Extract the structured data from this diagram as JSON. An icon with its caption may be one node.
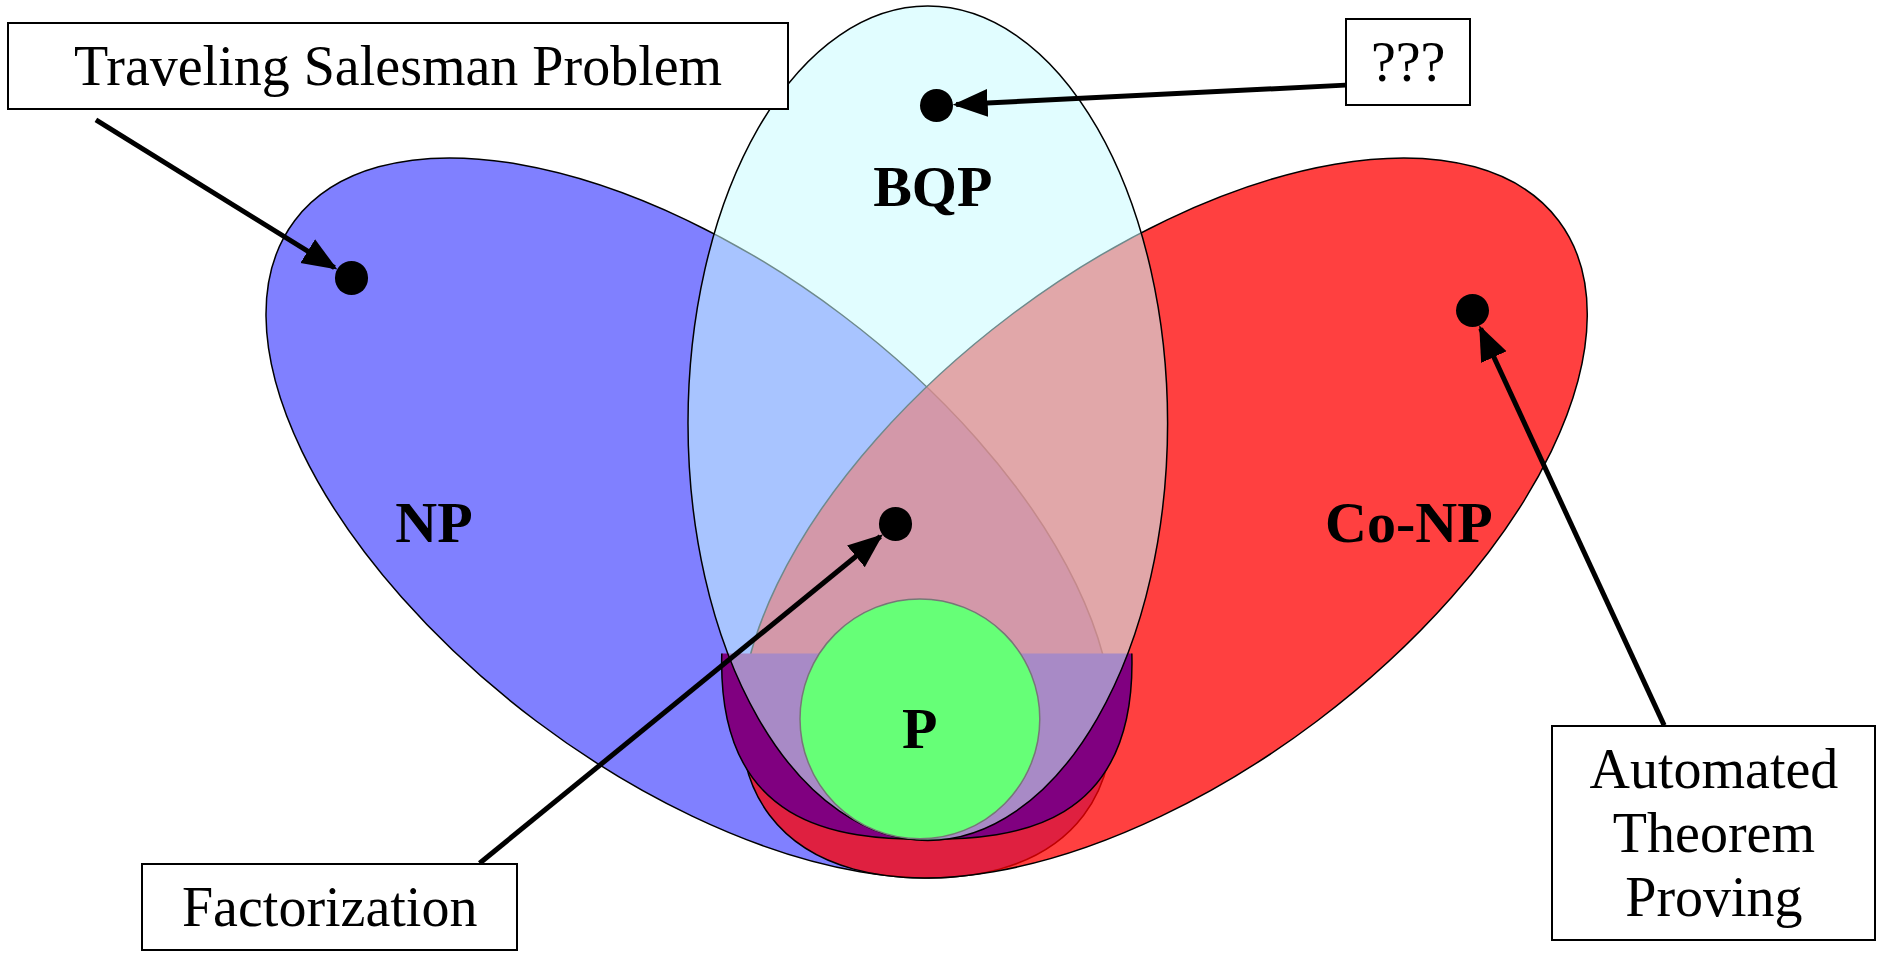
{
  "diagram": {
    "nodes": [
      {
        "text": [
          "Traveling Salesman Problem"
        ]
      },
      {
        "text": [
          "???"
        ]
      },
      {
        "text": [
          "BQP"
        ]
      },
      {
        "text": [],
        "shape": "circle",
        "in": 2
      },
      {
        "text": [
          "NP"
        ]
      },
      {
        "text": [],
        "shape": "circle",
        "in": 4
      },
      {
        "text": [
          "Co-NP"
        ]
      },
      {
        "text": [],
        "shape": "circle",
        "in": 6
      },
      {
        "text": [],
        "shape": "circle"
      },
      {
        "text": [
          "P"
        ]
      },
      {
        "text": [
          "Factorization"
        ]
      },
      {
        "text": [
          "Automated Theorem Proving"
        ]
      }
    ],
    "edges": [
      {
        "from": 0,
        "to": 5,
        "arrow": "to"
      },
      {
        "from": 1,
        "to": 3,
        "arrow": "to"
      },
      {
        "from": 10,
        "to": 8,
        "arrow": "to"
      },
      {
        "from": 11,
        "to": 7,
        "arrow": "to"
      }
    ]
  }
}
